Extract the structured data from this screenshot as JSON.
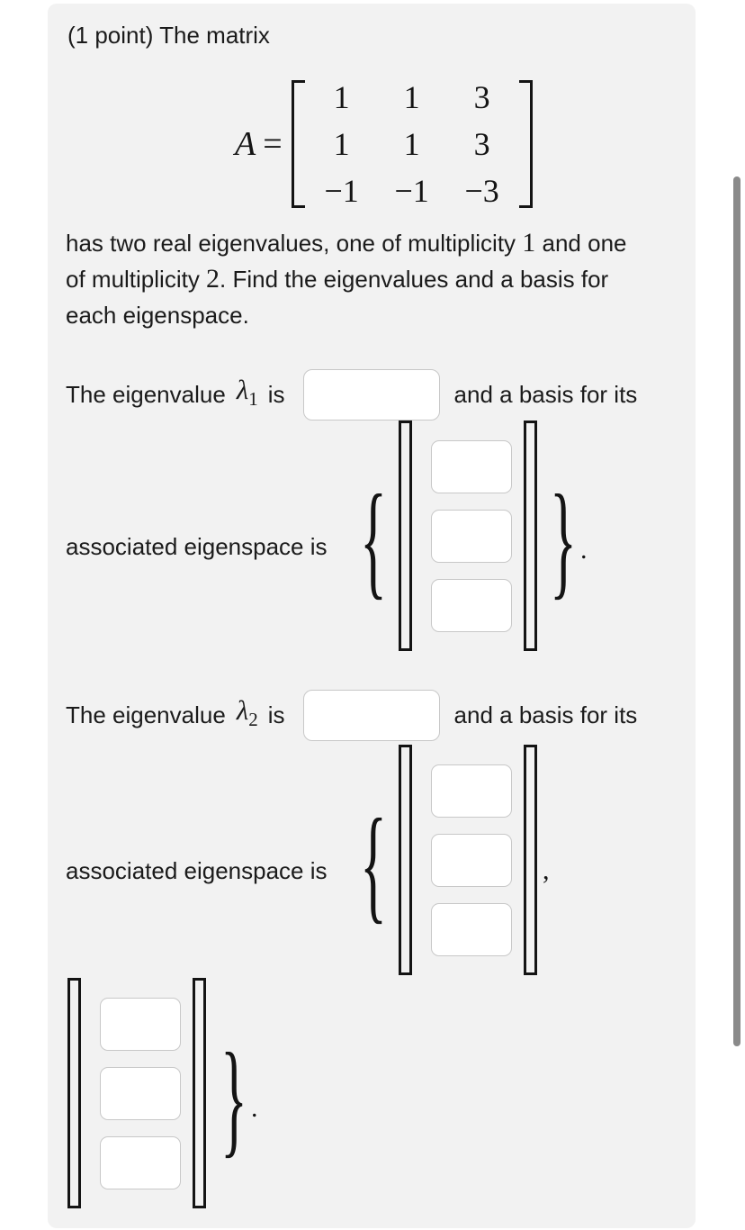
{
  "colors": {
    "page_bg": "#ffffff",
    "panel_bg": "#f2f2f2",
    "text": "#1b1b1b",
    "math_ink": "#141414",
    "input_border": "#c8c8c8",
    "input_bg": "#ffffff",
    "scrollbar": "#8a8a8a"
  },
  "header": {
    "title": "(1 point) The matrix"
  },
  "matrix": {
    "symbol": "A",
    "equals": "=",
    "rows": [
      [
        "1",
        "1",
        "3"
      ],
      [
        "1",
        "1",
        "3"
      ],
      [
        "−1",
        "−1",
        "−3"
      ]
    ]
  },
  "paragraph": {
    "l1a": "has two real eigenvalues, one of multiplicity ",
    "l1n": "1",
    "l1b": " and one",
    "l2a": "of multiplicity ",
    "l2n": "2",
    "l2b": ". Find the eigenvalues and a basis for",
    "l3": "each eigenspace."
  },
  "eigen1": {
    "pre": "The eigenvalue",
    "lambda": "λ",
    "sub": "1",
    "is": "is",
    "value": "",
    "post": "and a basis for its",
    "label": "associated eigenspace is",
    "open_brace": "{",
    "vector": [
      "",
      "",
      ""
    ],
    "close_brace": "}",
    "terminator": "."
  },
  "eigen2": {
    "pre": "The eigenvalue",
    "lambda": "λ",
    "sub": "2",
    "is": "is",
    "value": "",
    "post": "and a basis for its",
    "label": "associated eigenspace is",
    "open_brace": "{",
    "vector1": [
      "",
      "",
      ""
    ],
    "separator": ",",
    "vector2": [
      "",
      "",
      ""
    ],
    "close_brace": "}",
    "terminator": "."
  }
}
